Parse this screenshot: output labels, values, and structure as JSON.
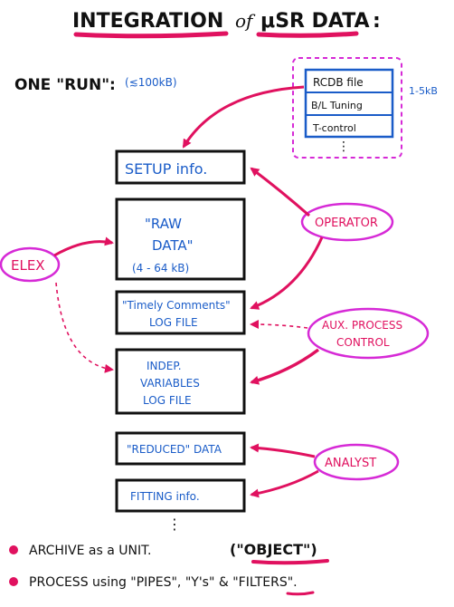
{
  "title": {
    "part1": "INTEGRATION",
    "part2": "of",
    "part3": "μSR DATA",
    "colon": ":"
  },
  "run": {
    "label": "ONE \"RUN\":",
    "size": "(≲100kB)"
  },
  "external_files": {
    "items": [
      "RCDB file",
      "B/L Tuning",
      "T-control"
    ],
    "more": "⋮",
    "size": "1-5kB"
  },
  "boxes": {
    "setup": "SETUP info.",
    "raw_line1": "\"RAW",
    "raw_line2": "DATA\"",
    "raw_size": "(4 - 64 kB)",
    "timely_line1": "\"Timely Comments\"",
    "timely_line2": "LOG FILE",
    "indep_line1": "INDEP.",
    "indep_line2": "VARIABLES",
    "indep_line3": "LOG FILE",
    "reduced": "\"REDUCED\" DATA",
    "fitting": "FITTING info.",
    "more": "⋮"
  },
  "actors": {
    "operator": "OPERATOR",
    "elex": "ELEX",
    "aux_line1": "AUX. PROCESS",
    "aux_line2": "CONTROL",
    "analyst": "ANALYST"
  },
  "bullets": {
    "b1_a": "ARCHIVE as a UNIT.",
    "b1_b": "(\"OBJECT\")",
    "b2": "PROCESS using \"PIPES\", \"Y's\" & \"FILTERS\"."
  },
  "colors": {
    "ink": "#111111",
    "blue": "#1a5cc8",
    "red": "#e0115f",
    "magenta": "#d62ad6"
  }
}
